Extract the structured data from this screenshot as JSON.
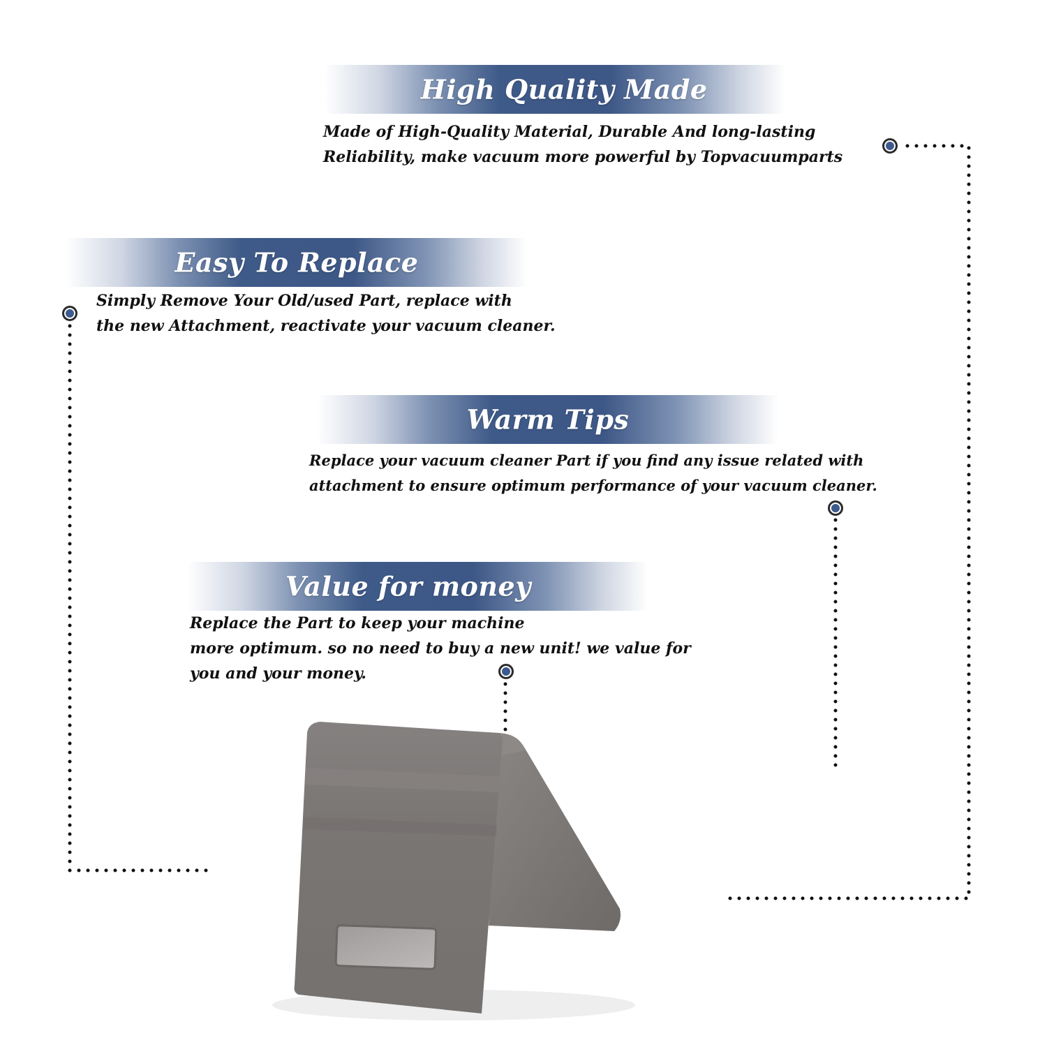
{
  "sections": [
    {
      "title": "High Quality Made",
      "lines": [
        "Made of  High-Quality Material, Durable And long-lasting",
        "Reliability, make vacuum more powerful by Topvacuumparts"
      ]
    },
    {
      "title": "Easy To Replace",
      "lines": [
        "Simply Remove Your Old/used Part, replace with",
        "the new Attachment, reactivate your vacuum cleaner."
      ]
    },
    {
      "title": "Warm Tips",
      "lines": [
        "Replace your vacuum cleaner Part if you find any issue related with",
        " attachment to ensure optimum performance of your vacuum cleaner."
      ]
    },
    {
      "title": "Value for money",
      "lines": [
        "Replace the Part to keep your machine",
        "more optimum. so no need to buy a new unit! we value for",
        "you and your money."
      ]
    }
  ],
  "colors": {
    "banner_blue": "#3d5786",
    "marker_fill": "#3c5a8c",
    "text": "#111111",
    "part_gray": "#7b7775"
  },
  "product_image": {
    "icon": "metal-bracket-clip-icon"
  }
}
